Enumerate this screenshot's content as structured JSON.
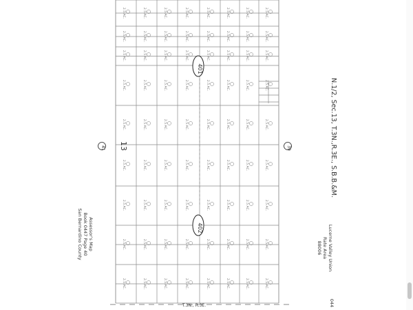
{
  "map": {
    "title": "N.1/2, Sec.13, T.3N.,R.3E., S.B.B.&M.",
    "area_block": [
      "Lucerne Valley Union",
      "Rate Area",
      "88006"
    ],
    "area_code": "044",
    "assessor_block": [
      "Assessor's Map",
      "Book 0447 Page 40",
      "San Bernardino County"
    ],
    "book_labels": [
      "401",
      "402"
    ],
    "section_label": "13",
    "neighbor_labels": [
      "41",
      "39"
    ],
    "bottom_label": "T.3N., R.3E.",
    "parcel_note": "2.5 AC."
  }
}
